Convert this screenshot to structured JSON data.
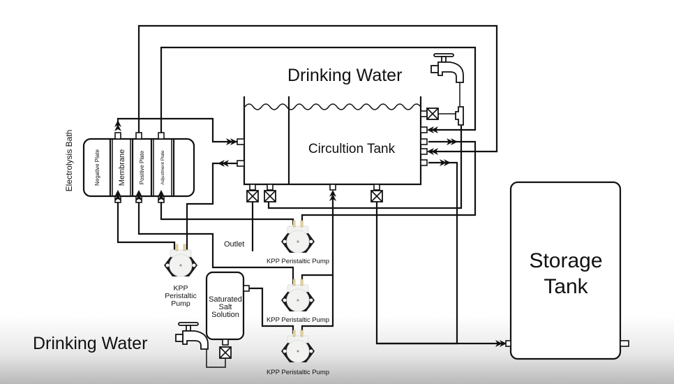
{
  "diagram": {
    "labels": {
      "drinking_water_top": "Drinking Water",
      "drinking_water_bottom": "Drinking Water",
      "circulation_tank": "Circultion Tank",
      "storage_tank_line1": "Storage",
      "storage_tank_line2": "Tank",
      "electrolysis_bath": "Electrolysis Bath",
      "outlet": "Outlet",
      "salt_line1": "Saturated",
      "salt_line2": "Salt",
      "salt_line3": "Solution"
    },
    "electrolysis_bath": {
      "compartments": [
        "Negative Plate",
        "Membrane",
        "Positive Plate",
        "Adjustment Plate"
      ]
    },
    "pumps": [
      {
        "id": "pump-left",
        "label_lines": [
          "KPP",
          "Peristaltic",
          "Pump"
        ]
      },
      {
        "id": "pump-upper-center",
        "label": "KPP Peristaltic Pump"
      },
      {
        "id": "pump-middle-center",
        "label": "KPP Peristaltic Pump"
      },
      {
        "id": "pump-lower-center",
        "label": "KPP Peristaltic Pump"
      }
    ],
    "colors": {
      "line": "#111111",
      "background": "#ffffff",
      "pump_plate": "#1a1a1a",
      "pump_tube": "#e8d9a8"
    }
  }
}
